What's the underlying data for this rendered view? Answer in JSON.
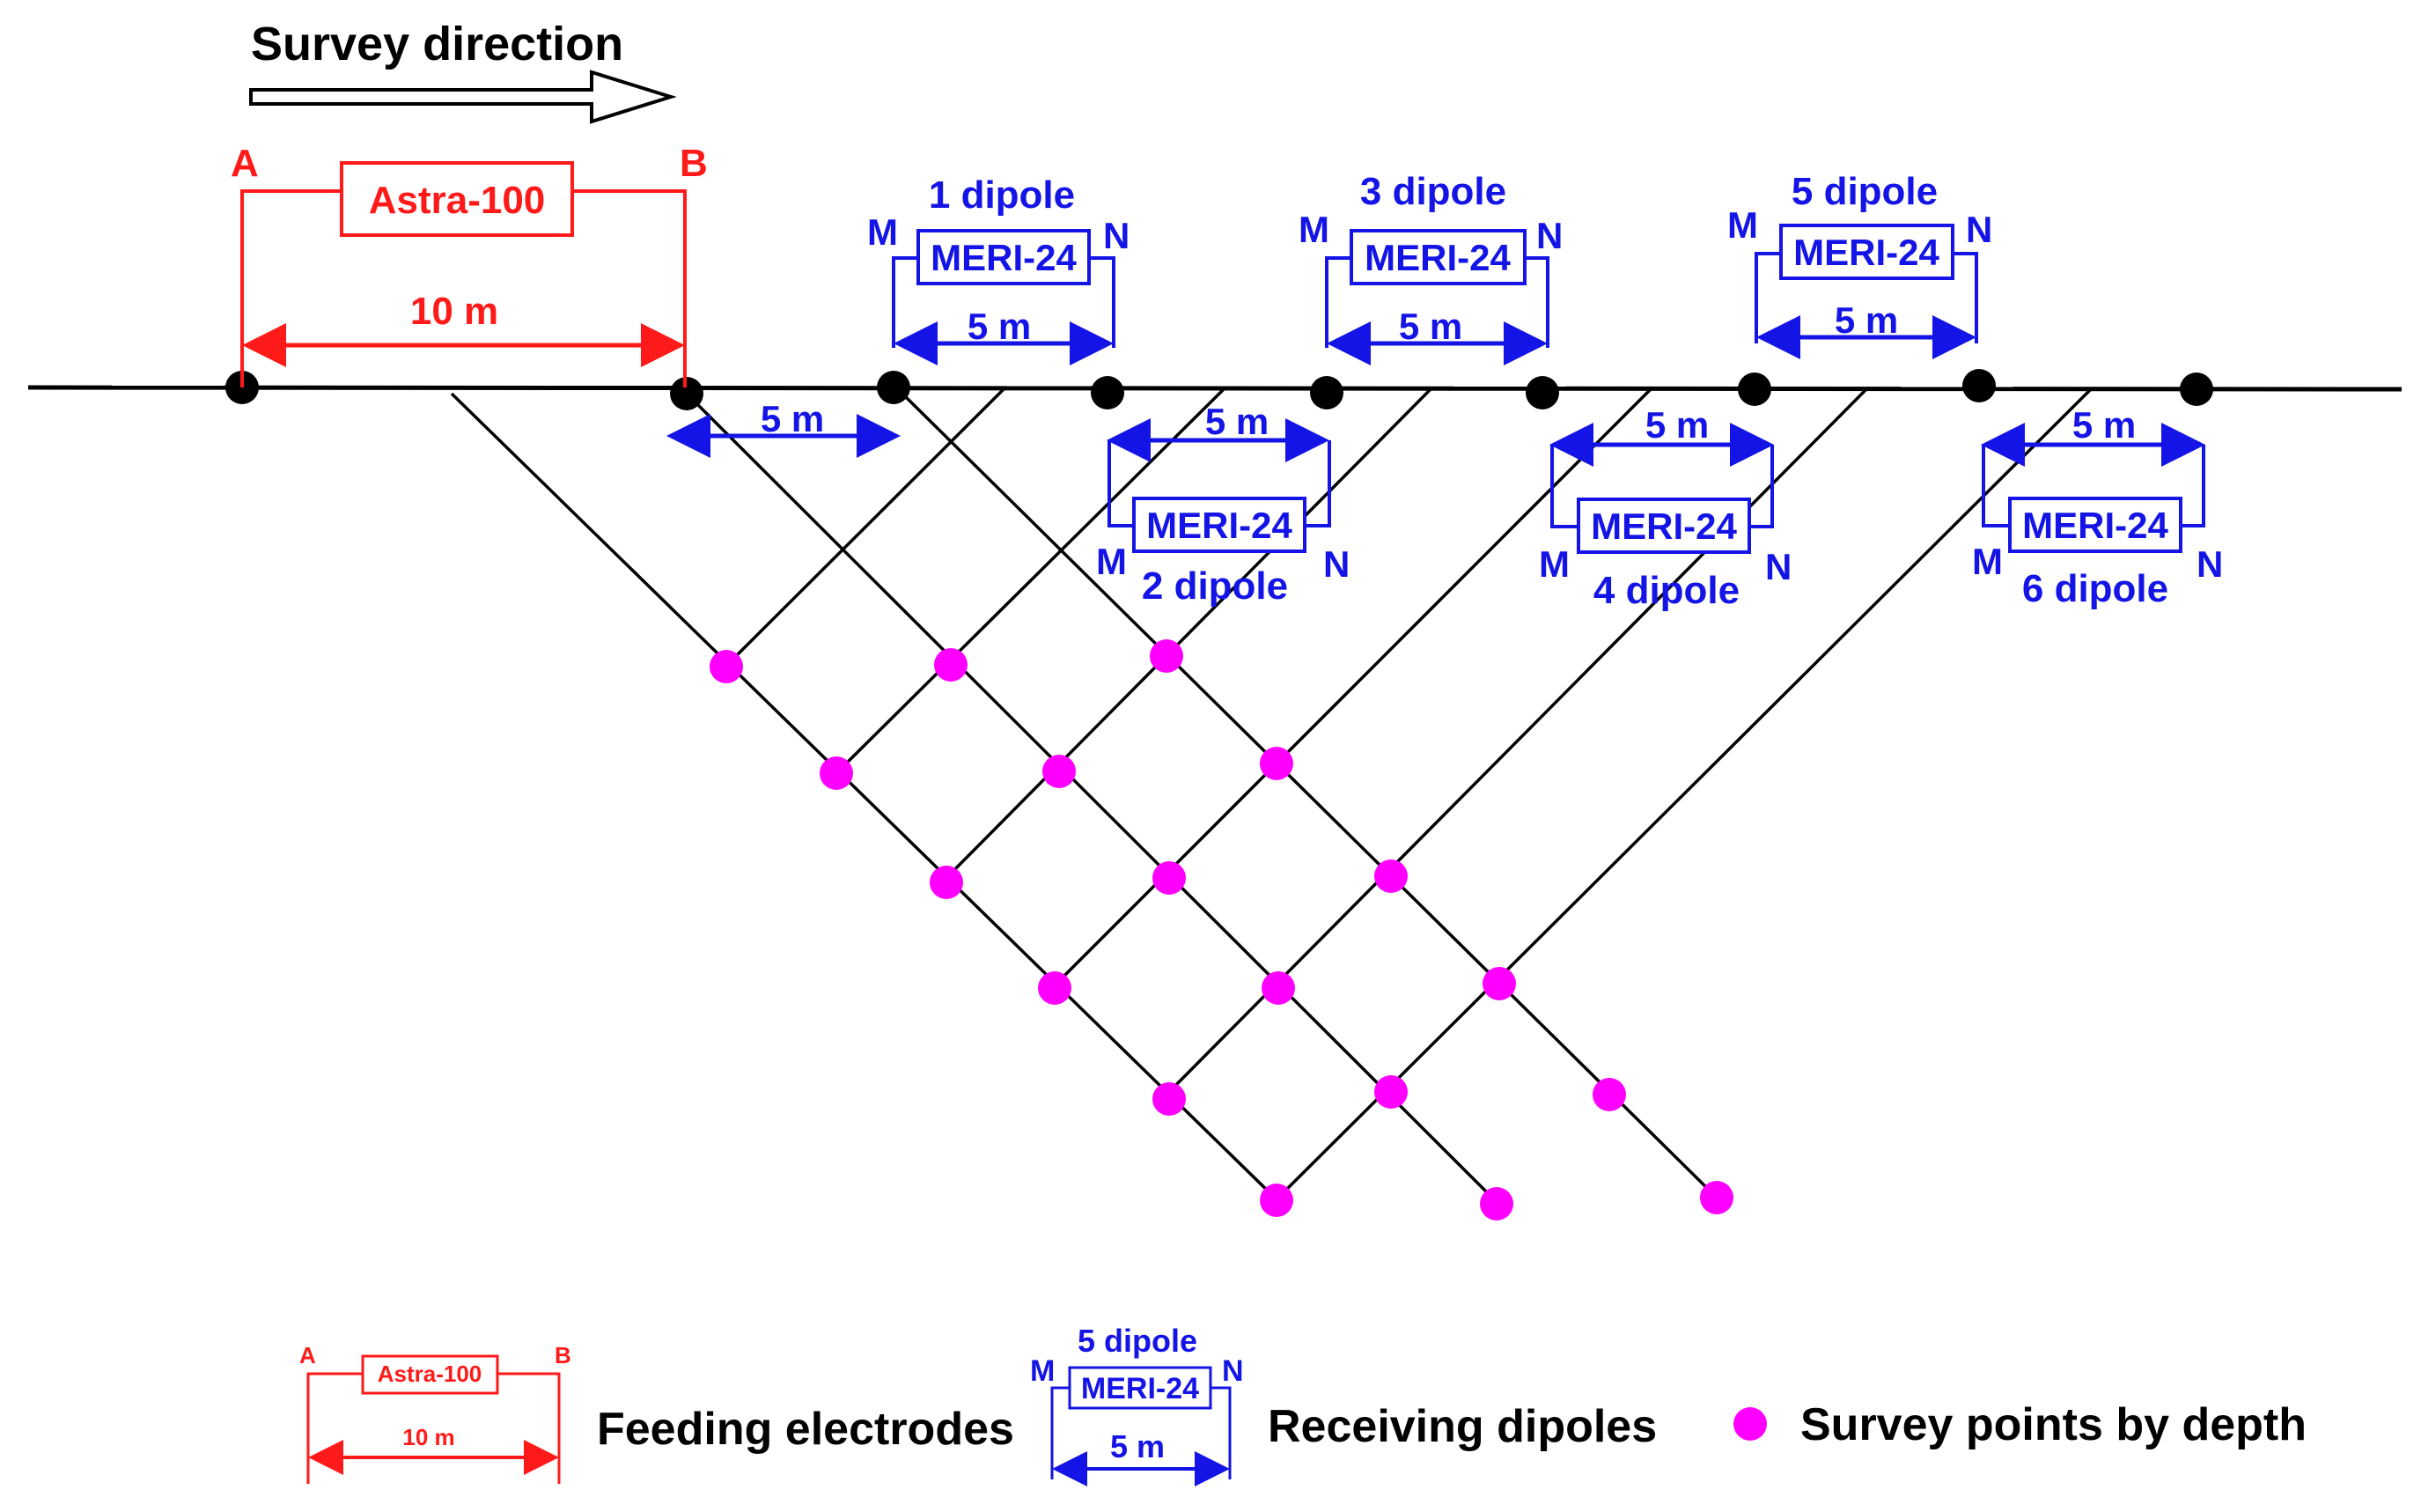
{
  "colors": {
    "feeding": "#ff1a1a",
    "receiving": "#1414e6",
    "survey_point": "#ff00ff",
    "line": "#000000"
  },
  "header": {
    "title": "Survey direction",
    "arrow_icon": "hollow-right-arrow-icon"
  },
  "feeding": {
    "label_a": "A",
    "label_b": "B",
    "device": "Astra-100",
    "spacing": "10 m"
  },
  "offset": {
    "spacing": "5 m"
  },
  "dipoles": [
    {
      "label": "1 dipole",
      "device": "MERI-24",
      "m": "M",
      "n": "N",
      "spacing": "5 m"
    },
    {
      "label": "2 dipole",
      "device": "MERI-24",
      "m": "M",
      "n": "N",
      "spacing": "5 m"
    },
    {
      "label": "3 dipole",
      "device": "MERI-24",
      "m": "M",
      "n": "N",
      "spacing": "5 m"
    },
    {
      "label": "4 dipole",
      "device": "MERI-24",
      "m": "M",
      "n": "N",
      "spacing": "5 m"
    },
    {
      "label": "5 dipole",
      "device": "MERI-24",
      "m": "M",
      "n": "N",
      "spacing": "5 m"
    },
    {
      "label": "6 dipole",
      "device": "MERI-24",
      "m": "M",
      "n": "N",
      "spacing": "5 m"
    }
  ],
  "legend": {
    "feeding": {
      "label_a": "A",
      "label_b": "B",
      "device": "Astra-100",
      "spacing": "10 m",
      "caption": "Feeding electrodes"
    },
    "receiving": {
      "dipole": "5 dipole",
      "m": "M",
      "n": "N",
      "device": "MERI-24",
      "spacing": "5 m",
      "caption": "Receiving dipoles"
    },
    "points": {
      "caption": "Survey points by depth",
      "icon": "magenta-dot-icon"
    }
  }
}
